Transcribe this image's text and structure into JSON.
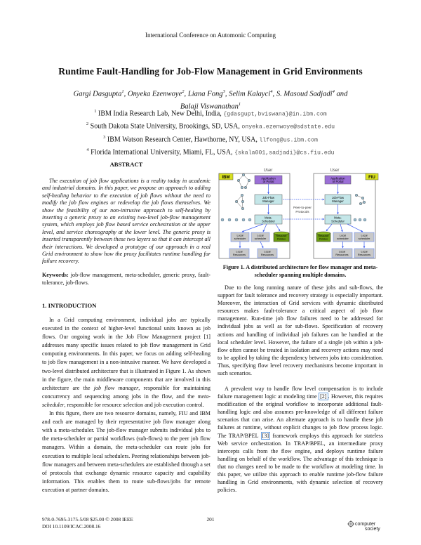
{
  "header": {
    "conference": "International Conference on Automonic Computing"
  },
  "title": "Runtime Fault-Handling for Job-Flow Management in Grid Environments",
  "authors": [
    {
      "name": "Gargi Dasgupta",
      "sup": "1"
    },
    {
      "name": "Onyeka Ezenwoye",
      "sup": "2"
    },
    {
      "name": "Liana Fong",
      "sup": "3"
    },
    {
      "name": "Selim Kalayci",
      "sup": "4"
    },
    {
      "name": "S. Masoud Sadjadi",
      "sup": "4"
    },
    {
      "name": "Balaji Viswanathan",
      "sup": "1"
    }
  ],
  "authors_and": "and",
  "affiliations": [
    {
      "sup": "1",
      "text": "IBM India Research Lab, New Delhi, India,",
      "email": "{gdasgupt,bviswana}@in.ibm.com"
    },
    {
      "sup": "2",
      "text": "South Dakota State University, Brookings, SD, USA,",
      "email": "onyeka.ezenwoye@sdstate.edu"
    },
    {
      "sup": "3",
      "text": "IBM Watson Research Center, Hawthorne, NY, USA,",
      "email": "llfong@us.ibm.com"
    },
    {
      "sup": "4",
      "text": "Florida International University, Miami, FL, USA,",
      "email": "{skala001,sadjadi}@cs.fiu.edu"
    }
  ],
  "abstract": {
    "heading": "ABSTRACT",
    "text": "The execution of job flow applications is a reality today in academic and industrial domains. In this paper, we propose an approach to adding self-healing behavior to the execution of job flows without the need to modify the job flow engines or redevelop the job flows themselves. We show the feasibility of our non-intrusive approach to self-healing by inserting a generic proxy to an existing two-level job-flow management system, which employs job flow based service orchestration at the upper level, and service choreography at the lower level. The generic proxy is inserted transparently between these two layers so that it can intercept all their interactions. We developed a prototype of our approach in a real Grid environment to show how the proxy facilitates runtime handling for failure recovery.",
    "keywords_label": "Keywords:",
    "keywords": "job-flow management, meta-scheduler, generic proxy, fault-tolerance, job-flows."
  },
  "intro": {
    "heading": "1.    INTRODUCTION",
    "p1_a": "In a Grid computing environment, individual jobs are typically executed in the context of higher-level functional units known as job flows. Our ongoing work in the Job Flow Management project [1] addresses many specific issues related to job flow management in Grid computing environments. In this paper, we focus on adding self-healing to job flow management in a non-intrusive manner. We have developed a two-level distributed architecture that is illustrated in Figure 1. As shown in the figure, the main middleware components that are involved in this architecture are the ",
    "p1_em1": "job flow manager",
    "p1_b": ", responsible for maintaining concurrency and sequencing among jobs in the flow, and the ",
    "p1_em2": "meta-scheduler",
    "p1_c": ", responsible for resource selection and job execution control.",
    "p2": "In this figure, there are two resource domains, namely, FIU and IBM and each are managed by their representative job flow manager along with a meta-scheduler. The job-flow manager submits individual jobs to the meta-scheduler or partial workflows (sub-flows) to the peer job flow managers. Within a domain, the meta-scheduler can route jobs for execution to multiple local schedulers. Peering relationships between job-flow managers and between meta-schedulers are established through a set of protocols that exchange dynamic resource capacity and capability information. This enables them to route sub-flows/jobs for remote execution at partner domains."
  },
  "figure": {
    "caption": "Figure 1. A distributed architecture for flow manager and meta-scheduler spanning multiple domains.",
    "user": "User",
    "domain_left": "IBM",
    "domain_right": "FIU",
    "app_l1": "Application",
    "app_l2": "or Portal",
    "jfm_l1": "Job-Flow",
    "jfm_l2": "Manager",
    "meta_l1": "Meta-",
    "meta_l2": "Scheduler",
    "local_sched_l1": "Local",
    "local_sched_l2": "scheduler",
    "local_res_l1": "Local",
    "local_res_l2": "Resources",
    "policy_l1": "Resource",
    "policy_l2": "Policies",
    "p2p_l1": "Peer-to-peer",
    "p2p_l2": "Protocols",
    "colors": {
      "app": "#9b6fd6",
      "component": "#c4e6e8",
      "local": "#c8c8c8",
      "policy": "#6a9a10",
      "domain_tag": "#d8e020",
      "arrow": "#3a5cf0"
    }
  },
  "right": {
    "p1": "Due to the long running nature of these jobs and sub-flows, the support for fault tolerance and recovery strategy is especially important. Moreover, the interaction of Grid services with dynamic distributed resources makes fault-tolerance a critical aspect of job flow management. Run-time job flow failures need to be addressed for individual jobs as well as for sub-flows. Specification of recovery actions and handling of individual job failures can be handled at the local scheduler level.  However, the failure of a single job within a job-flow often cannot be treated in isolation and recovery actions may need to be applied by taking the dependency between jobs into consideration. Thus, specifying flow level recovery mechanisms become important in such scenarios.",
    "p2_a": "A prevalent way to handle flow level compensation is to include failure management logic at modeling time ",
    "p2_cite1": "[2]",
    "p2_b": ". However, this requires modification of the original workflow to incorporate additional fault-handling logic and also assumes pre-knowledge of all different failure scenarios that can arise. An alternate approach is to handle these job failures at runtime, without explicit changes to job flow process logic. The TRAP/BPEL ",
    "p2_cite2": "[3]",
    "p2_c": " framework employs this approach for stateless Web service orchestration. In TRAP/BPEL, an intermediate proxy intercepts calls from the flow engine, and deploys runtime failure handling on behalf of the workflow.  The advantage of this technique is that no changes need to be made to the workflow at modeling time. In this paper, we utilize this approach to enable runtime job-flow failure handling in Grid environments, with dynamic selection of recovery policies."
  },
  "footer": {
    "isbn": "978-0-7695-3175-5/08 $25.00 © 2008 IEEE",
    "doi": "DOI 10.1109/ICAC.2008.16",
    "page": "201",
    "logo_l1": "computer",
    "logo_l2": "society"
  }
}
